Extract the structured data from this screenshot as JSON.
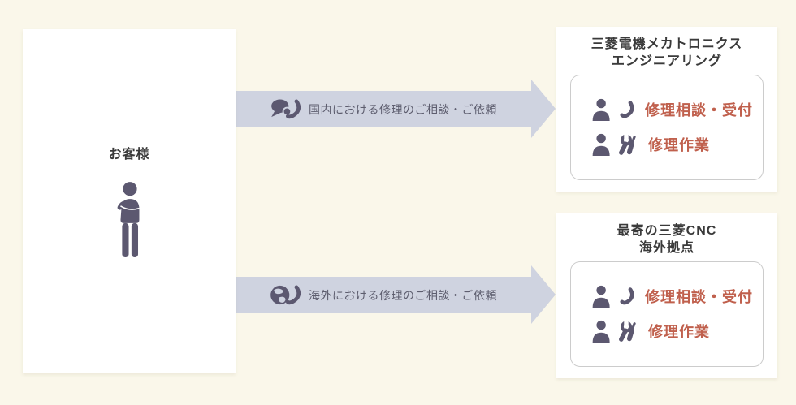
{
  "colors": {
    "background": "#faf7ea",
    "panel": "#ffffff",
    "arrow_fill": "#cfd3e0",
    "arrow_text": "#5d5d6e",
    "icon": "#5c5870",
    "accent_red": "#c0604d",
    "title_text": "#3a3a3a",
    "inner_border": "#cccccc"
  },
  "customer": {
    "label": "お客様",
    "icon": "standing-person-icon"
  },
  "flows": [
    {
      "icon": "chat-phone-icon",
      "label": "国内における修理のご相談・ご依頼"
    },
    {
      "icon": "globe-phone-icon",
      "label": "海外における修理のご相談・ご依頼"
    }
  ],
  "providers": [
    {
      "title_line1": "三菱電機メカトロニクス",
      "title_line2": "エンジニアリング",
      "services": [
        {
          "icon": "person-phone-icon",
          "label": "修理相談・受付"
        },
        {
          "icon": "person-tools-icon",
          "label": "修理作業"
        }
      ]
    },
    {
      "title_line1": "最寄の三菱CNC",
      "title_line2": "海外拠点",
      "services": [
        {
          "icon": "person-phone-icon",
          "label": "修理相談・受付"
        },
        {
          "icon": "person-tools-icon",
          "label": "修理作業"
        }
      ]
    }
  ]
}
